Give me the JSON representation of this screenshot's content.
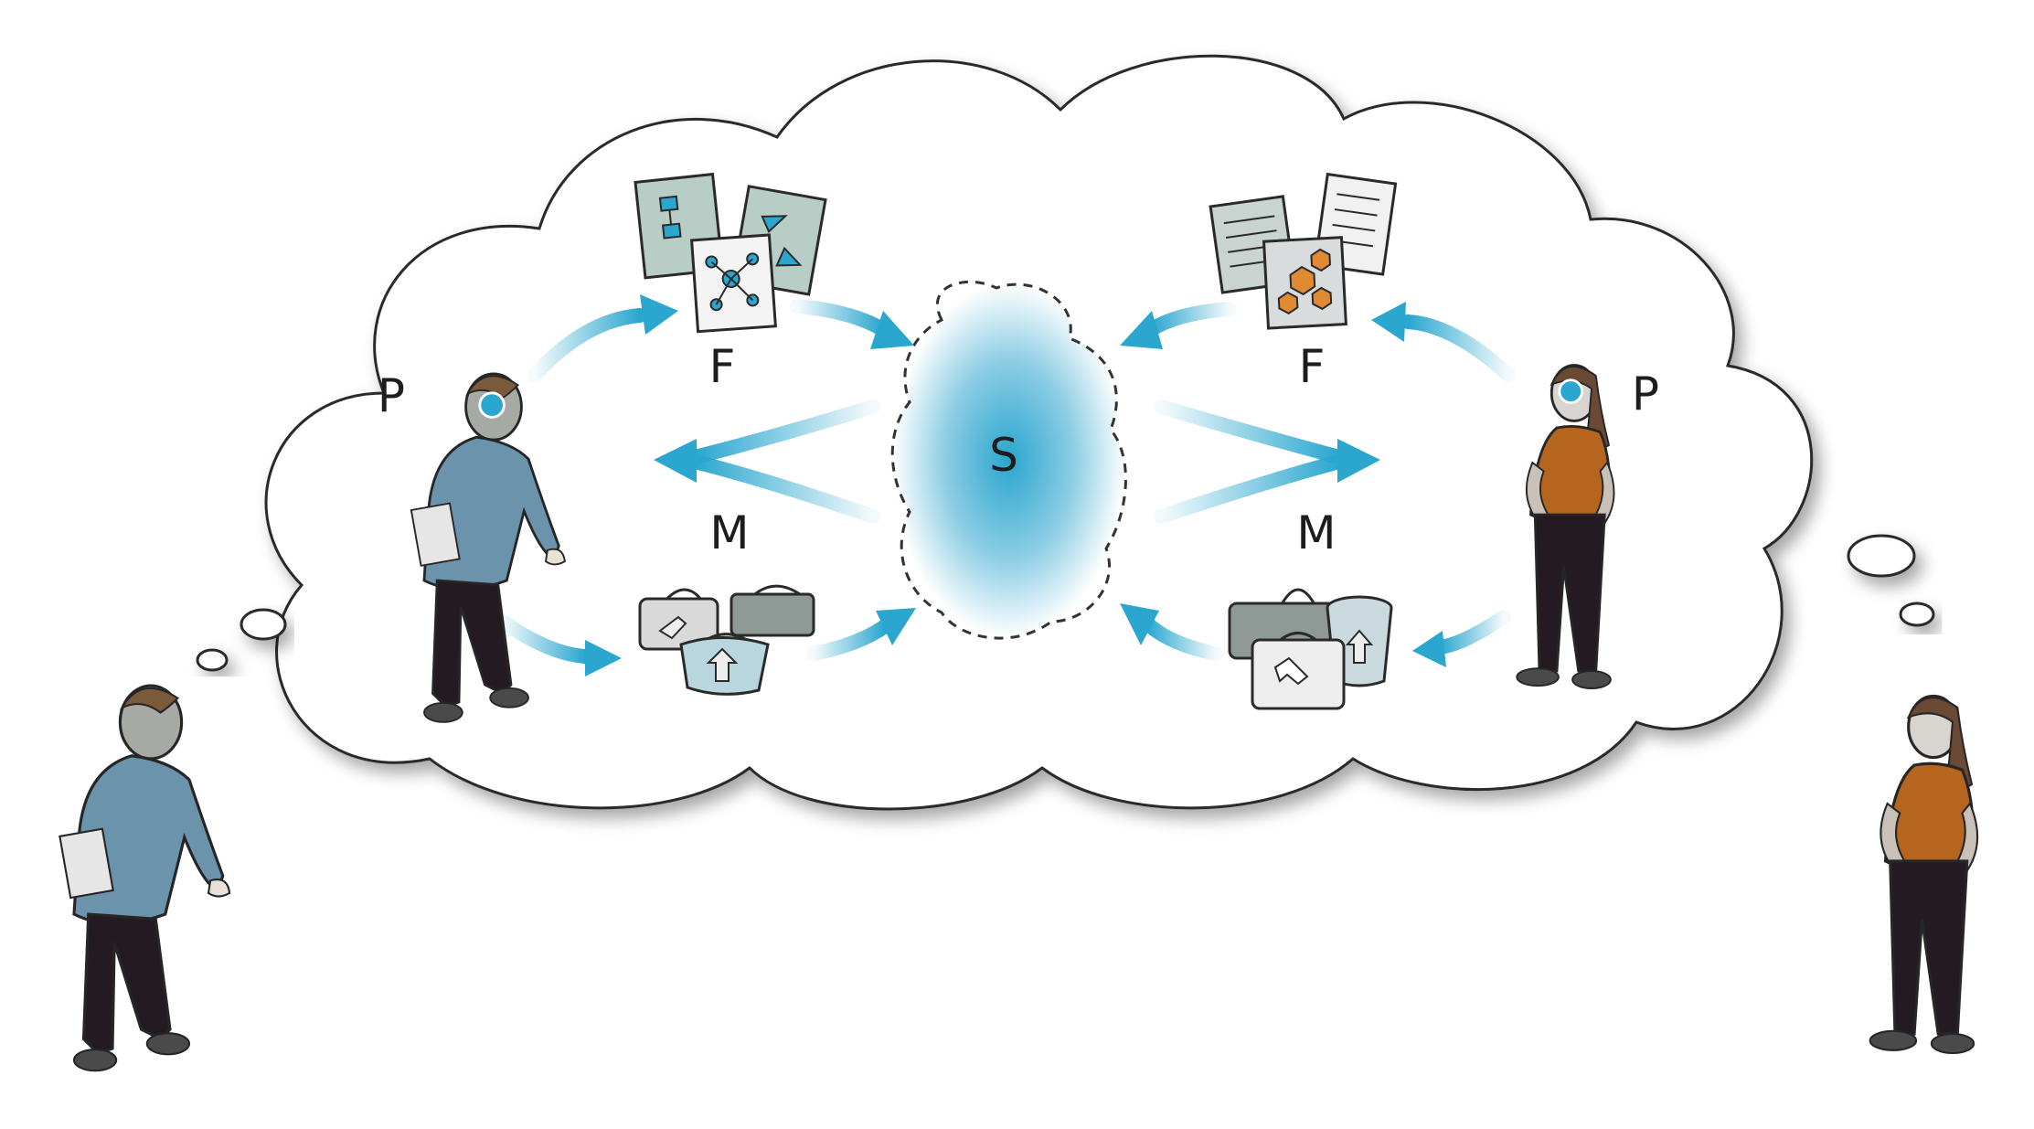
{
  "labels": {
    "left_person": "P",
    "right_person": "P",
    "left_frames": "F",
    "right_frames": "F",
    "left_materials": "M",
    "right_materials": "M",
    "shared_space": "S"
  },
  "colors": {
    "accent": "#2aa6cf",
    "arrow_tail": "#bfe3ef",
    "shirt_blue": "#6b93ab",
    "shirt_orange": "#b5651d",
    "trousers": "#241a22",
    "outline": "#262626"
  }
}
